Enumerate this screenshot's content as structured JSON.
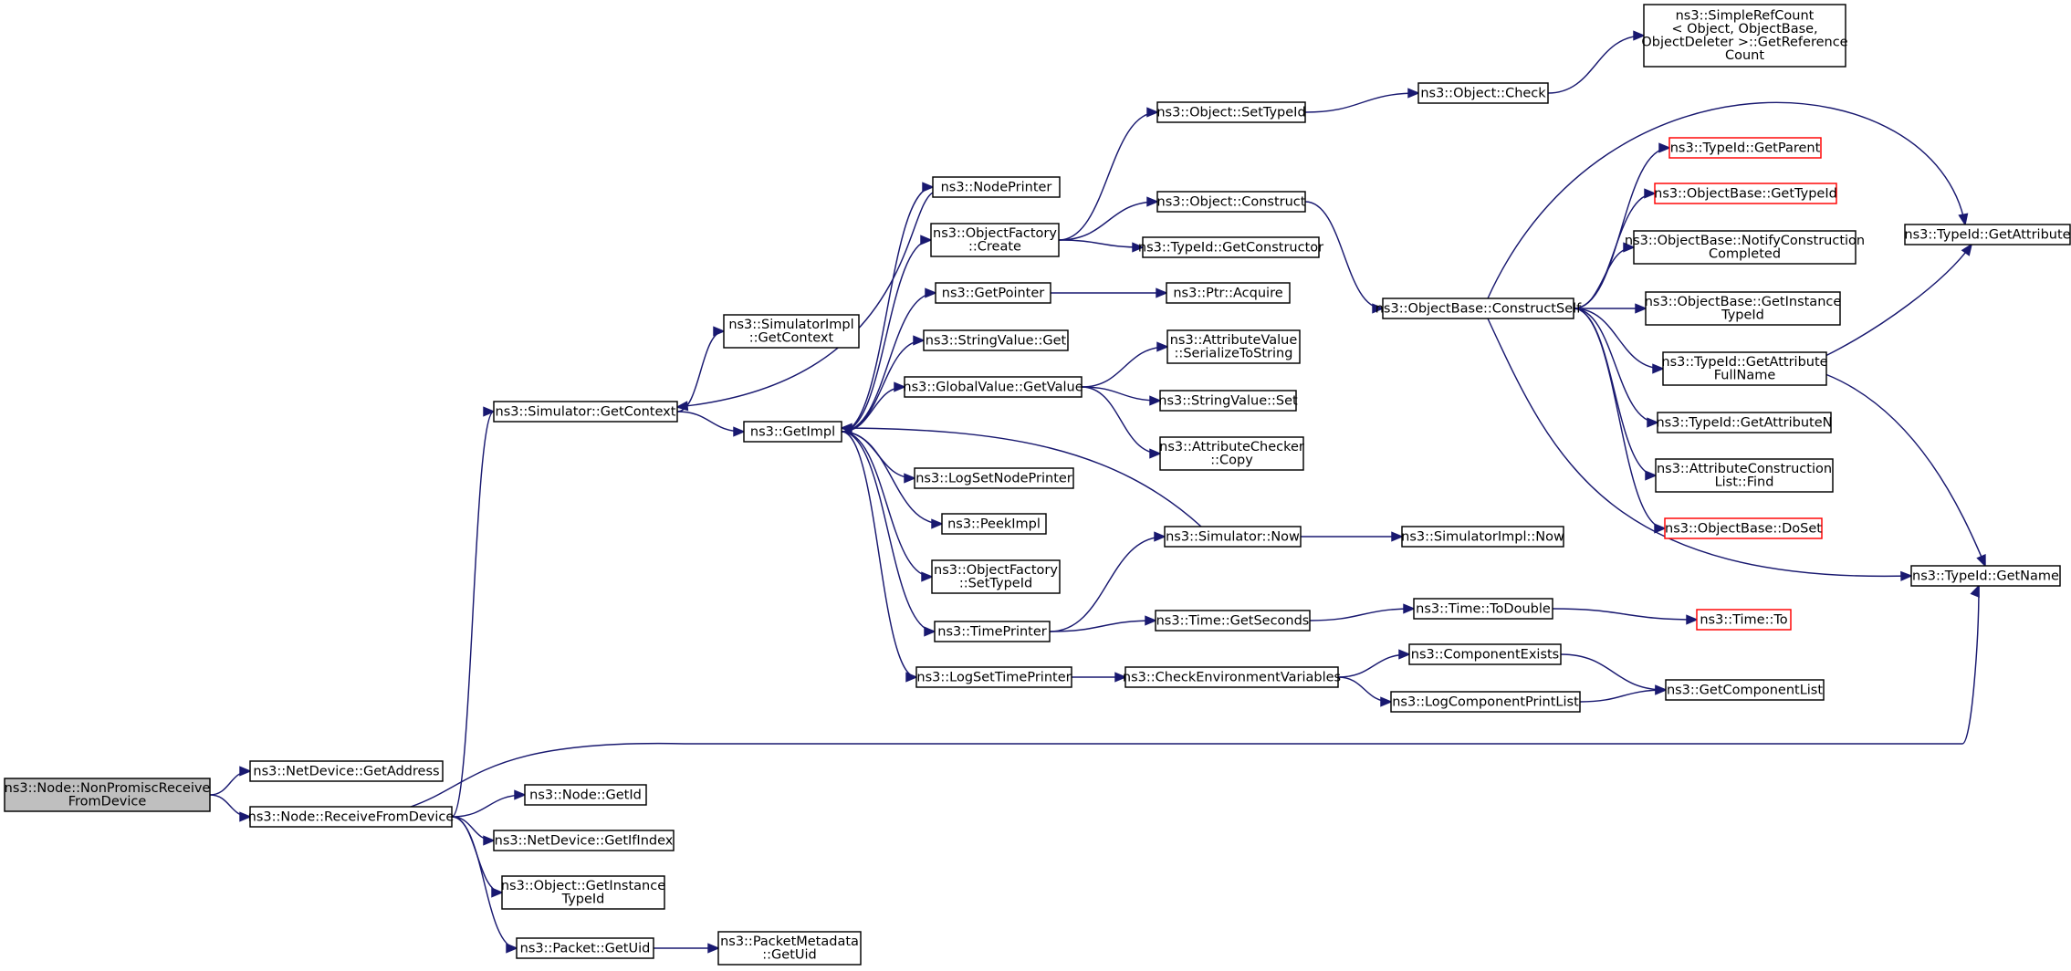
{
  "graph": {
    "colors": {
      "edge": "#191970",
      "node_border": "#000000",
      "truncated_border": "#ff0000",
      "root_fill": "#bfbfbf",
      "node_fill": "#ffffff"
    },
    "nodes": [
      {
        "id": "root",
        "lines": [
          "ns3::Node::NonPromiscReceive",
          "FromDevice"
        ],
        "kind": "root"
      },
      {
        "id": "nd_getaddress",
        "lines": [
          "ns3::NetDevice::GetAddress"
        ]
      },
      {
        "id": "node_receive",
        "lines": [
          "ns3::Node::ReceiveFromDevice"
        ]
      },
      {
        "id": "sim_getcontext",
        "lines": [
          "ns3::Simulator::GetContext"
        ]
      },
      {
        "id": "node_getid",
        "lines": [
          "ns3::Node::GetId"
        ]
      },
      {
        "id": "nd_getifindex",
        "lines": [
          "ns3::NetDevice::GetIfIndex"
        ]
      },
      {
        "id": "obj_getinstancetypeid",
        "lines": [
          "ns3::Object::GetInstance",
          "TypeId"
        ]
      },
      {
        "id": "packet_getuid",
        "lines": [
          "ns3::Packet::GetUid"
        ]
      },
      {
        "id": "simimpl_getcontext",
        "lines": [
          "ns3::SimulatorImpl",
          "::GetContext"
        ]
      },
      {
        "id": "getimpl",
        "lines": [
          "ns3::GetImpl"
        ]
      },
      {
        "id": "pm_getuid",
        "lines": [
          "ns3::PacketMetadata",
          "::GetUid"
        ]
      },
      {
        "id": "nodeprinter",
        "lines": [
          "ns3::NodePrinter"
        ]
      },
      {
        "id": "of_create",
        "lines": [
          "ns3::ObjectFactory",
          "::Create"
        ]
      },
      {
        "id": "getpointer",
        "lines": [
          "ns3::GetPointer"
        ]
      },
      {
        "id": "sv_get",
        "lines": [
          "ns3::StringValue::Get"
        ]
      },
      {
        "id": "gv_getvalue",
        "lines": [
          "ns3::GlobalValue::GetValue"
        ]
      },
      {
        "id": "logsetnodeprinter",
        "lines": [
          "ns3::LogSetNodePrinter"
        ]
      },
      {
        "id": "peekimpl",
        "lines": [
          "ns3::PeekImpl"
        ]
      },
      {
        "id": "of_settypeid",
        "lines": [
          "ns3::ObjectFactory",
          "::SetTypeId"
        ]
      },
      {
        "id": "timeprinter",
        "lines": [
          "ns3::TimePrinter"
        ]
      },
      {
        "id": "logsettimeprinter",
        "lines": [
          "ns3::LogSetTimePrinter"
        ]
      },
      {
        "id": "obj_settypeid",
        "lines": [
          "ns3::Object::SetTypeId"
        ]
      },
      {
        "id": "obj_construct",
        "lines": [
          "ns3::Object::Construct"
        ]
      },
      {
        "id": "tid_getconstructor",
        "lines": [
          "ns3::TypeId::GetConstructor"
        ]
      },
      {
        "id": "ptr_acquire",
        "lines": [
          "ns3::Ptr::Acquire"
        ]
      },
      {
        "id": "av_serialize",
        "lines": [
          "ns3::AttributeValue",
          "::SerializeToString"
        ]
      },
      {
        "id": "sv_set",
        "lines": [
          "ns3::StringValue::Set"
        ]
      },
      {
        "id": "ac_copy",
        "lines": [
          "ns3::AttributeChecker",
          "::Copy"
        ]
      },
      {
        "id": "sim_now",
        "lines": [
          "ns3::Simulator::Now"
        ]
      },
      {
        "id": "time_getseconds",
        "lines": [
          "ns3::Time::GetSeconds"
        ]
      },
      {
        "id": "checkenv",
        "lines": [
          "ns3::CheckEnvironmentVariables"
        ]
      },
      {
        "id": "obj_check",
        "lines": [
          "ns3::Object::Check"
        ]
      },
      {
        "id": "ob_constructself",
        "lines": [
          "ns3::ObjectBase::ConstructSelf"
        ]
      },
      {
        "id": "simimpl_now",
        "lines": [
          "ns3::SimulatorImpl::Now"
        ]
      },
      {
        "id": "time_todouble",
        "lines": [
          "ns3::Time::ToDouble"
        ]
      },
      {
        "id": "componentexists",
        "lines": [
          "ns3::ComponentExists"
        ]
      },
      {
        "id": "logcomponentprintlist",
        "lines": [
          "ns3::LogComponentPrintList"
        ]
      },
      {
        "id": "simplerefcount",
        "lines": [
          "ns3::SimpleRefCount",
          "< Object, ObjectBase,",
          "ObjectDeleter >::GetReference",
          "Count"
        ]
      },
      {
        "id": "tid_getparent",
        "lines": [
          "ns3::TypeId::GetParent"
        ],
        "kind": "truncated"
      },
      {
        "id": "ob_gettypeid",
        "lines": [
          "ns3::ObjectBase::GetTypeId"
        ],
        "kind": "truncated"
      },
      {
        "id": "ob_notify",
        "lines": [
          "ns3::ObjectBase::NotifyConstruction",
          "Completed"
        ]
      },
      {
        "id": "ob_getinstancetypeid",
        "lines": [
          "ns3::ObjectBase::GetInstance",
          "TypeId"
        ]
      },
      {
        "id": "tid_getattributefullname",
        "lines": [
          "ns3::TypeId::GetAttribute",
          "FullName"
        ]
      },
      {
        "id": "tid_getattributen",
        "lines": [
          "ns3::TypeId::GetAttributeN"
        ]
      },
      {
        "id": "acl_find",
        "lines": [
          "ns3::AttributeConstruction",
          "List::Find"
        ]
      },
      {
        "id": "ob_doset",
        "lines": [
          "ns3::ObjectBase::DoSet"
        ],
        "kind": "truncated"
      },
      {
        "id": "time_to",
        "lines": [
          "ns3::Time::To"
        ],
        "kind": "truncated"
      },
      {
        "id": "getcomponentlist",
        "lines": [
          "ns3::GetComponentList"
        ]
      },
      {
        "id": "tid_getattribute",
        "lines": [
          "ns3::TypeId::GetAttribute"
        ]
      },
      {
        "id": "tid_getname",
        "lines": [
          "ns3::TypeId::GetName"
        ]
      }
    ],
    "edges": [
      [
        "root",
        "nd_getaddress"
      ],
      [
        "root",
        "node_receive"
      ],
      [
        "node_receive",
        "sim_getcontext"
      ],
      [
        "node_receive",
        "tid_getname"
      ],
      [
        "node_receive",
        "node_getid"
      ],
      [
        "node_receive",
        "nd_getifindex"
      ],
      [
        "node_receive",
        "obj_getinstancetypeid"
      ],
      [
        "node_receive",
        "packet_getuid"
      ],
      [
        "sim_getcontext",
        "simimpl_getcontext"
      ],
      [
        "sim_getcontext",
        "getimpl"
      ],
      [
        "packet_getuid",
        "pm_getuid"
      ],
      [
        "getimpl",
        "nodeprinter"
      ],
      [
        "getimpl",
        "of_create"
      ],
      [
        "getimpl",
        "getpointer"
      ],
      [
        "getimpl",
        "sv_get"
      ],
      [
        "getimpl",
        "gv_getvalue"
      ],
      [
        "getimpl",
        "logsetnodeprinter"
      ],
      [
        "getimpl",
        "peekimpl"
      ],
      [
        "getimpl",
        "of_settypeid"
      ],
      [
        "getimpl",
        "timeprinter"
      ],
      [
        "getimpl",
        "logsettimeprinter"
      ],
      [
        "nodeprinter",
        "sim_getcontext"
      ],
      [
        "sim_now",
        "getimpl"
      ],
      [
        "of_create",
        "obj_settypeid"
      ],
      [
        "of_create",
        "obj_construct"
      ],
      [
        "of_create",
        "tid_getconstructor"
      ],
      [
        "getpointer",
        "ptr_acquire"
      ],
      [
        "gv_getvalue",
        "av_serialize"
      ],
      [
        "gv_getvalue",
        "sv_set"
      ],
      [
        "gv_getvalue",
        "ac_copy"
      ],
      [
        "timeprinter",
        "sim_now"
      ],
      [
        "timeprinter",
        "time_getseconds"
      ],
      [
        "logsettimeprinter",
        "checkenv"
      ],
      [
        "obj_settypeid",
        "obj_check"
      ],
      [
        "obj_construct",
        "ob_constructself"
      ],
      [
        "sim_now",
        "simimpl_now"
      ],
      [
        "time_getseconds",
        "time_todouble"
      ],
      [
        "checkenv",
        "componentexists"
      ],
      [
        "checkenv",
        "logcomponentprintlist"
      ],
      [
        "obj_check",
        "simplerefcount"
      ],
      [
        "ob_constructself",
        "tid_getattribute"
      ],
      [
        "ob_constructself",
        "tid_getparent"
      ],
      [
        "ob_constructself",
        "ob_gettypeid"
      ],
      [
        "ob_constructself",
        "ob_notify"
      ],
      [
        "ob_constructself",
        "ob_getinstancetypeid"
      ],
      [
        "ob_constructself",
        "tid_getattributefullname"
      ],
      [
        "ob_constructself",
        "tid_getattributen"
      ],
      [
        "ob_constructself",
        "acl_find"
      ],
      [
        "ob_constructself",
        "ob_doset"
      ],
      [
        "ob_constructself",
        "tid_getname"
      ],
      [
        "time_todouble",
        "time_to"
      ],
      [
        "componentexists",
        "getcomponentlist"
      ],
      [
        "logcomponentprintlist",
        "getcomponentlist"
      ],
      [
        "tid_getattributefullname",
        "tid_getattribute"
      ],
      [
        "tid_getattributefullname",
        "tid_getname"
      ]
    ]
  }
}
